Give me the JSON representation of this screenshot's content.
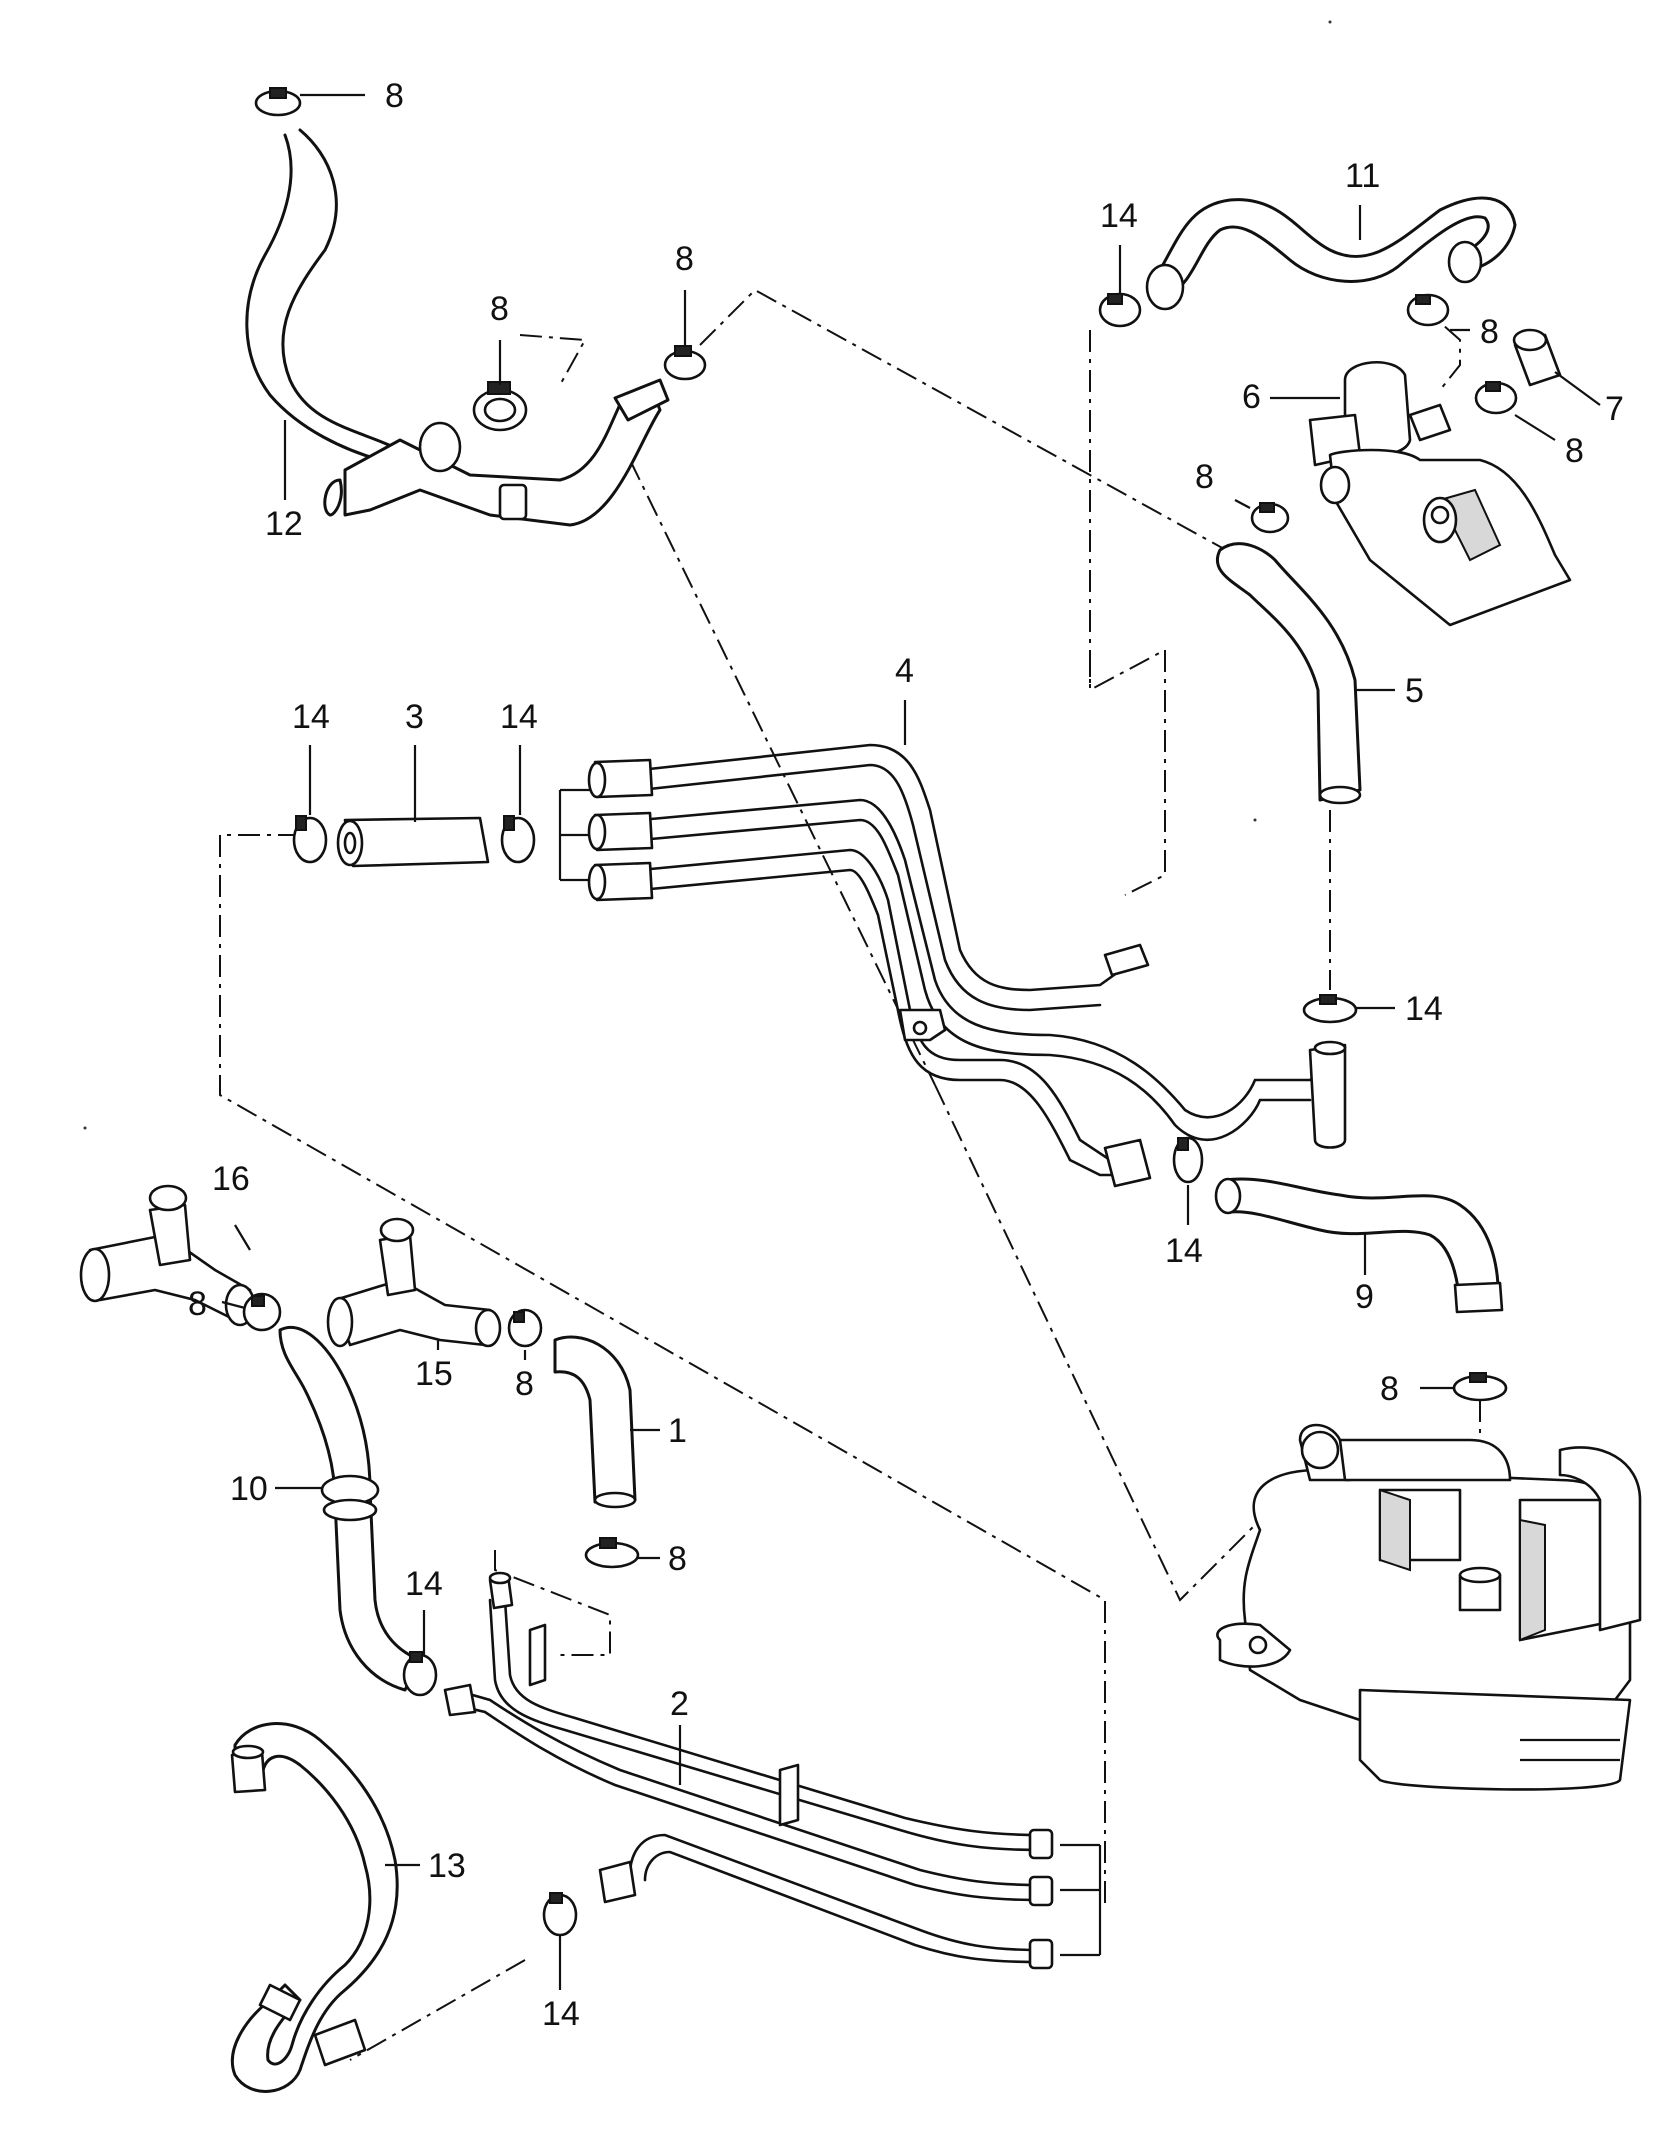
{
  "callouts": [
    {
      "id": "c8a",
      "label": "8"
    },
    {
      "id": "c8b",
      "label": "8"
    },
    {
      "id": "c8c",
      "label": "8"
    },
    {
      "id": "c12",
      "label": "12"
    },
    {
      "id": "c14a",
      "label": "14"
    },
    {
      "id": "c11",
      "label": "11"
    },
    {
      "id": "c8d",
      "label": "8"
    },
    {
      "id": "c6",
      "label": "6"
    },
    {
      "id": "c7",
      "label": "7"
    },
    {
      "id": "c8e",
      "label": "8"
    },
    {
      "id": "c8f",
      "label": "8"
    },
    {
      "id": "c5",
      "label": "5"
    },
    {
      "id": "c4",
      "label": "4"
    },
    {
      "id": "c14b",
      "label": "14"
    },
    {
      "id": "c3",
      "label": "3"
    },
    {
      "id": "c14c",
      "label": "14"
    },
    {
      "id": "c14d",
      "label": "14"
    },
    {
      "id": "c14e",
      "label": "14"
    },
    {
      "id": "c9",
      "label": "9"
    },
    {
      "id": "c16",
      "label": "16"
    },
    {
      "id": "c8g",
      "label": "8"
    },
    {
      "id": "c15",
      "label": "15"
    },
    {
      "id": "c8h",
      "label": "8"
    },
    {
      "id": "c1",
      "label": "1"
    },
    {
      "id": "c10",
      "label": "10"
    },
    {
      "id": "c8i",
      "label": "8"
    },
    {
      "id": "c8j",
      "label": "8"
    },
    {
      "id": "c14f",
      "label": "14"
    },
    {
      "id": "c2",
      "label": "2"
    },
    {
      "id": "c13",
      "label": "13"
    },
    {
      "id": "c14g",
      "label": "14"
    }
  ]
}
